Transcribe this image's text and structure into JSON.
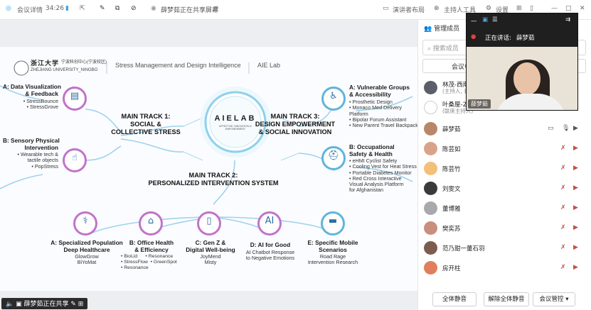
{
  "topbar": {
    "meeting_detail": "会议详情",
    "timer": "34:26",
    "sharing_status": "薛梦茹正在共享屏幕",
    "speaker_layout": "演讲者布局",
    "host_tools": "主持人工具",
    "settings": "设置"
  },
  "slide": {
    "university": "ZHEJIANG UNIVERSITY_NINGBO",
    "center_label": "宁波科创中心(宁波校区)",
    "header_title": "Stress Management and Design Intelligence",
    "header_lab": "AIE Lab",
    "logo": "AIELAB",
    "logo_sub": "AFFECTIVE, INNOVATION & EMPOWERMENT",
    "track1": "MAIN TRACK 1:\nSOCIAL &\nCOLLECTIVE STRESS",
    "track2": "MAIN TRACK 2:\nPERSONALIZED INTERVENTION SYSTEM",
    "track3": "MAIN TRACK 3:\nDESIGN EMPOWERMENT\n& SOCIAL INNOVATION",
    "left_a_title": "A: Data Visualization\n& Feedback",
    "left_a_items": "• StressBounce\n• StressGrove",
    "left_b_title": "B: Sensory Physical\nIntervention",
    "left_b_items": "• Wearable tech &\ntactile objects\n• PopStress",
    "right_a_title": "A: Vulnerable Groups\n& Accessibility",
    "right_a_items": "• Prosthetic Design\n• Monaco Med Delivery\nPlatform\n• Bipolar Forum Assistant\n• New Parent Travel Backpack",
    "right_b_title": "B: Occupational\nSafety & Health",
    "right_b_items": "• eHMI Cyclist Safety\n• Cooling Vest for Heat Stress\n• Portable Diabetes Monitor\n• Red Cross Interactive\nVisual Analysis Platform\nfor Afghanistan",
    "bottom": [
      {
        "title": "A: Specialized Population\nDeep Healthcare",
        "body": "GlowGrow\nBiYoMat"
      },
      {
        "title": "B: Office Health\n& Efficiency",
        "body": "• BioLid      • Resonance\n• StressFlow  • GreenSpot\n• Resonance"
      },
      {
        "title": "C: Gen Z &\nDigital Well-being",
        "body": "JoyMend\nMisty"
      },
      {
        "title": "D: AI for Good",
        "body": "AI Chatbot Response\nto Negative Emotions"
      },
      {
        "title": "E: Specific Mobile\nScenarios",
        "body": "Road Rage\nIntervention Research"
      }
    ]
  },
  "share_bar": "薛梦茹正在共享",
  "sidebar": {
    "title": "管理成员",
    "search_placeholder": "搜索成员",
    "tab_label": "会议中",
    "members": [
      {
        "name": "林茂-西南交...",
        "role": "(主持人, 我)",
        "color": "#5a5f68"
      },
      {
        "name": "叶桑厘-202...",
        "role": "(联席主持人)",
        "color": "#ffffff"
      },
      {
        "name": "薛梦茹",
        "role": "",
        "color": "#b8876a"
      },
      {
        "name": "陈芸如",
        "role": "",
        "color": "#d9a38a"
      },
      {
        "name": "陈芸竹",
        "role": "",
        "color": "#f3c07a"
      },
      {
        "name": "刘雯文",
        "role": "",
        "color": "#3b3b3b"
      },
      {
        "name": "董博雅",
        "role": "",
        "color": "#a7a9ad"
      },
      {
        "name": "樊奕苏",
        "role": "",
        "color": "#c98f7c"
      },
      {
        "name": "范乃甜一董石羽",
        "role": "",
        "color": "#7d5b4f"
      },
      {
        "name": "房开柱",
        "role": "",
        "color": "#e07f5c"
      }
    ],
    "mute_all": "全体静音",
    "unmute_all": "解除全体静音",
    "meeting_control": "会议管控"
  },
  "video": {
    "speaking_label": "正在讲话:",
    "speaking_name": "薛梦茹",
    "tile_name": "薛梦茹"
  }
}
